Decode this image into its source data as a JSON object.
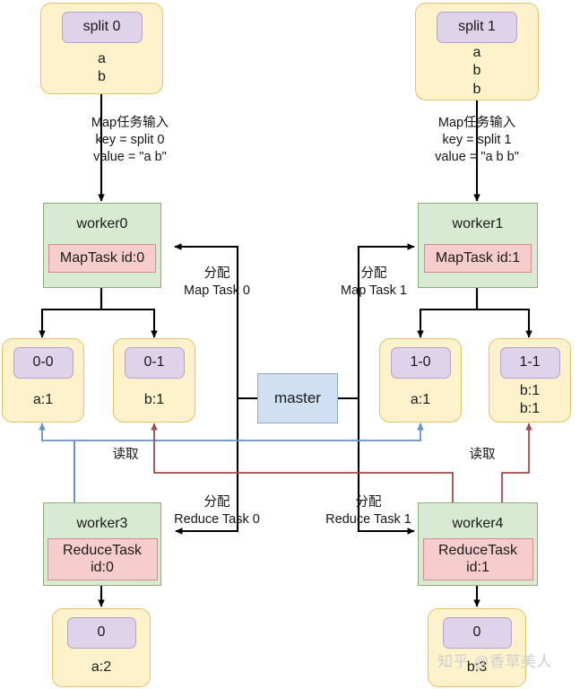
{
  "diagram": {
    "title": "MapReduce word count flow",
    "colors": {
      "yellow_fill": "#fdf2cc",
      "yellow_stroke": "#e3c36a",
      "purple_fill": "#ded3ea",
      "purple_stroke": "#b7a2c9",
      "green_fill": "#d9ead3",
      "green_stroke": "#8cae7c",
      "red_fill": "#f7cccc",
      "red_stroke": "#d98b8b",
      "blue_fill": "#cfe0f3",
      "blue_stroke": "#8ba9c9",
      "wire_black": "#000000",
      "wire_blue": "#7severe"
    }
  },
  "splits": [
    {
      "id": "split-0",
      "header": "split 0",
      "lines": [
        "a",
        "b"
      ]
    },
    {
      "id": "split-1",
      "header": "split 1",
      "lines": [
        "a",
        "b",
        "b"
      ]
    }
  ],
  "map_input_labels": [
    {
      "line1": "Map任务输入",
      "line2": "key = split 0",
      "line3": "value = \"a b\""
    },
    {
      "line1": "Map任务输入",
      "line2": "key = split 1",
      "line3": "value = \"a b b\""
    }
  ],
  "map_workers": [
    {
      "name": "worker0",
      "task": "MapTask id:0"
    },
    {
      "name": "worker1",
      "task": "MapTask id:1"
    }
  ],
  "assign_map_labels": [
    {
      "line1": "分配",
      "line2": "Map Task 0"
    },
    {
      "line1": "分配",
      "line2": "Map Task 1"
    }
  ],
  "master": {
    "label": "master"
  },
  "partitions": [
    {
      "header": "0-0",
      "lines": [
        "a:1"
      ]
    },
    {
      "header": "0-1",
      "lines": [
        "b:1"
      ]
    },
    {
      "header": "1-0",
      "lines": [
        "a:1"
      ]
    },
    {
      "header": "1-1",
      "lines": [
        "b:1",
        "b:1"
      ]
    }
  ],
  "read_labels": [
    {
      "text": "读取"
    },
    {
      "text": "读取"
    }
  ],
  "assign_reduce_labels": [
    {
      "line1": "分配",
      "line2": "Reduce Task 0"
    },
    {
      "line1": "分配",
      "line2": "Reduce Task 1"
    }
  ],
  "reduce_workers": [
    {
      "name": "worker3",
      "task_line1": "ReduceTask",
      "task_line2": "id:0"
    },
    {
      "name": "worker4",
      "task_line1": "ReduceTask",
      "task_line2": "id:1"
    }
  ],
  "outputs": [
    {
      "header": "0",
      "lines": [
        "a:2"
      ]
    },
    {
      "header": "0",
      "lines": [
        "b:3"
      ]
    }
  ],
  "watermark": {
    "text": "知乎 @香草美人"
  }
}
